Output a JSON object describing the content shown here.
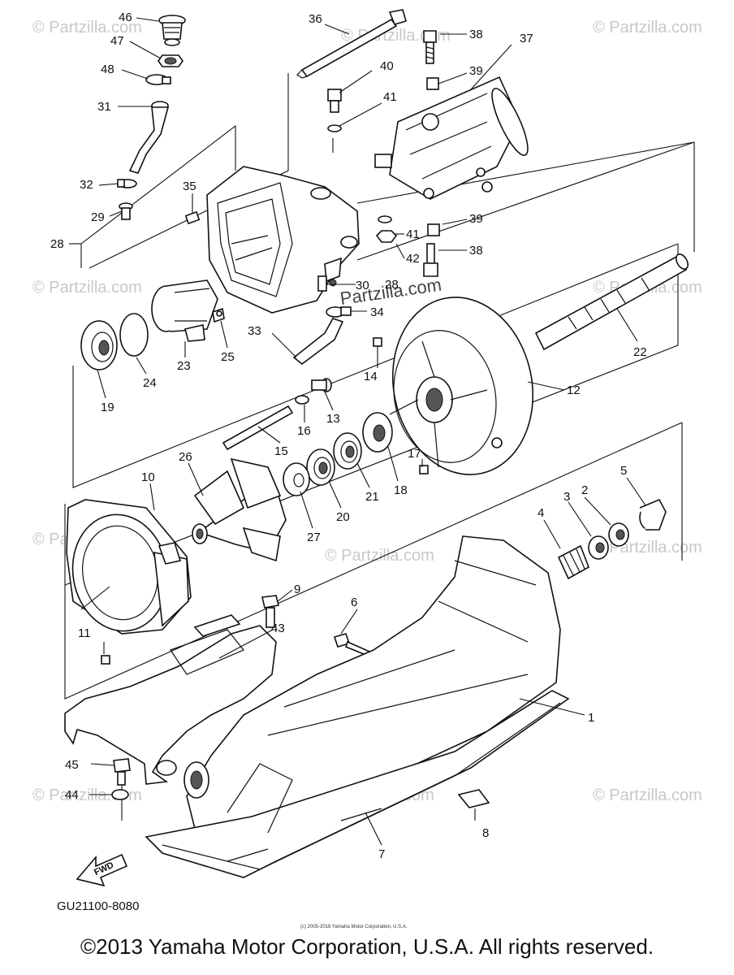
{
  "callouts": [
    {
      "id": "46",
      "text": "46"
    },
    {
      "id": "47",
      "text": "47"
    },
    {
      "id": "48",
      "text": "48"
    },
    {
      "id": "31",
      "text": "31"
    },
    {
      "id": "32",
      "text": "32"
    },
    {
      "id": "29",
      "text": "29"
    },
    {
      "id": "28",
      "text": "28"
    },
    {
      "id": "35",
      "text": "35"
    },
    {
      "id": "36",
      "text": "36"
    },
    {
      "id": "38a",
      "text": "38"
    },
    {
      "id": "37",
      "text": "37"
    },
    {
      "id": "40",
      "text": "40"
    },
    {
      "id": "39a",
      "text": "39"
    },
    {
      "id": "41a",
      "text": "41"
    },
    {
      "id": "39b",
      "text": "39"
    },
    {
      "id": "41b",
      "text": "41"
    },
    {
      "id": "42",
      "text": "42"
    },
    {
      "id": "38b",
      "text": "38"
    },
    {
      "id": "28b",
      "text": "28"
    },
    {
      "id": "30",
      "text": "30"
    },
    {
      "id": "34",
      "text": "34"
    },
    {
      "id": "33",
      "text": "33"
    },
    {
      "id": "23",
      "text": "23"
    },
    {
      "id": "25",
      "text": "25"
    },
    {
      "id": "24",
      "text": "24"
    },
    {
      "id": "19",
      "text": "19"
    },
    {
      "id": "14",
      "text": "14"
    },
    {
      "id": "12",
      "text": "12"
    },
    {
      "id": "22",
      "text": "22"
    },
    {
      "id": "16",
      "text": "16"
    },
    {
      "id": "13",
      "text": "13"
    },
    {
      "id": "15",
      "text": "15"
    },
    {
      "id": "17",
      "text": "17"
    },
    {
      "id": "18",
      "text": "18"
    },
    {
      "id": "21",
      "text": "21"
    },
    {
      "id": "20",
      "text": "20"
    },
    {
      "id": "27",
      "text": "27"
    },
    {
      "id": "26",
      "text": "26"
    },
    {
      "id": "10",
      "text": "10"
    },
    {
      "id": "5",
      "text": "5"
    },
    {
      "id": "2",
      "text": "2"
    },
    {
      "id": "3",
      "text": "3"
    },
    {
      "id": "4",
      "text": "4"
    },
    {
      "id": "9",
      "text": "9"
    },
    {
      "id": "43",
      "text": "43"
    },
    {
      "id": "6",
      "text": "6"
    },
    {
      "id": "11",
      "text": "11"
    },
    {
      "id": "1",
      "text": "1"
    },
    {
      "id": "45",
      "text": "45"
    },
    {
      "id": "44",
      "text": "44"
    },
    {
      "id": "8",
      "text": "8"
    },
    {
      "id": "7",
      "text": "7"
    }
  ],
  "watermark": "© Partzilla.com",
  "overlay_watermark": "Partzilla.com",
  "fwd_label": "FWD",
  "diagram_code": "GU21100-8080",
  "small_copyright": "(c) 2005-2016 Yamaha Motor Corporation, U.S.A.",
  "copyright": "©2013 Yamaha Motor Corporation, U.S.A. All rights reserved."
}
